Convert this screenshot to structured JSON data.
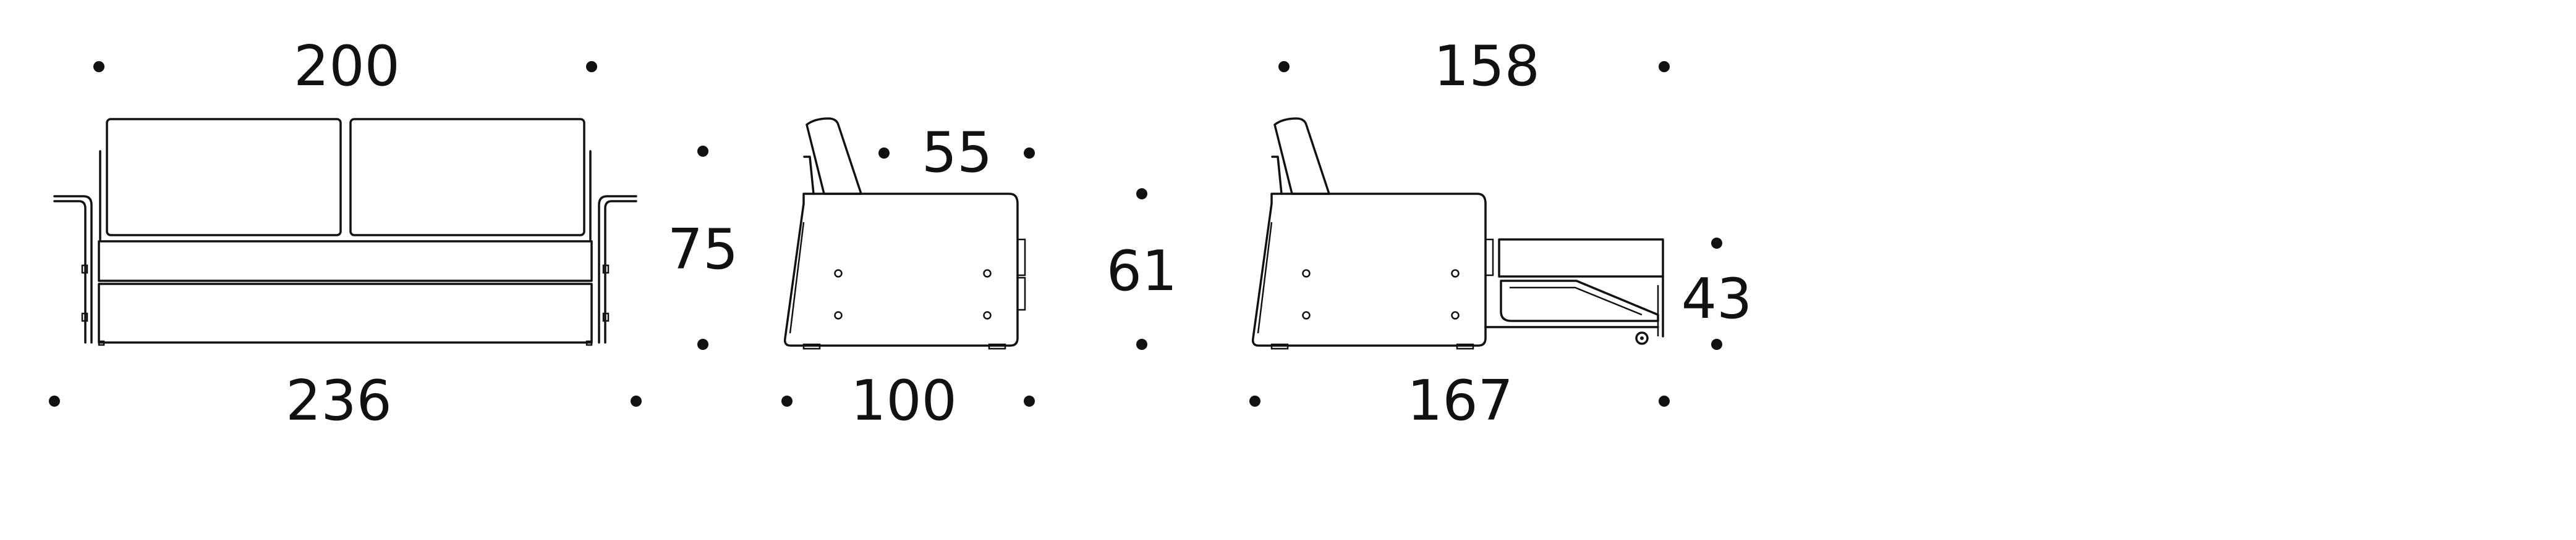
{
  "dimensions": {
    "front_seat_width": "200",
    "front_total_width": "236",
    "height": "75",
    "side_seat_depth": "55",
    "side_total_depth": "100",
    "extended_seat_depth": "158",
    "extended_total_depth": "167",
    "extended_height": "61",
    "bed_height": "43"
  }
}
